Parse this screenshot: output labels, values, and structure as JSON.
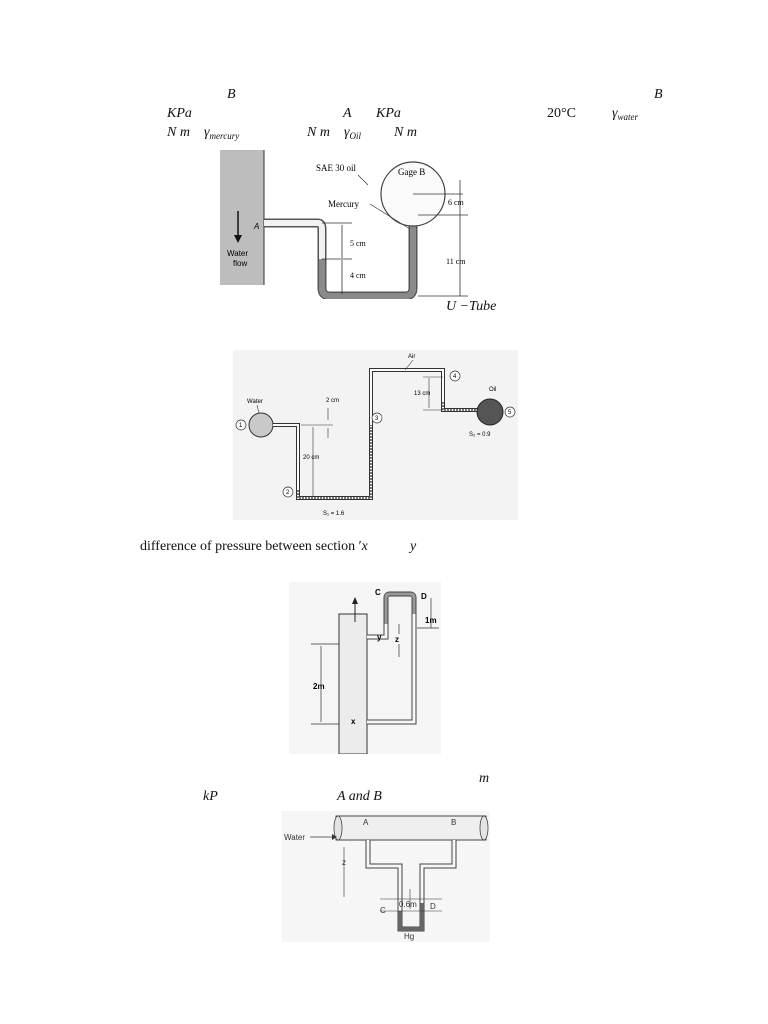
{
  "problem1": {
    "line1_b_left": "B",
    "line1_b_right": "B",
    "line2_kpa1": "KPa",
    "line2_a": "A",
    "line2_kpa2": "KPa",
    "line2_temp": "20°C",
    "line2_gamma": "γ",
    "line2_water_sub": "water",
    "line3_nm1": "N m",
    "line3_gamma_m": "γ",
    "line3_mercury_sub": "mercury",
    "line3_nm2": "N m",
    "line3_gamma_o": "γ",
    "line3_oil_sub": "Oil",
    "line3_nm3": "N m",
    "figure": {
      "oil_label": "SAE 30 oil",
      "gage_label": "Gage B",
      "mercury_label": "Mercury",
      "a_label": "A",
      "water_label": "Water",
      "flow_label": "flow",
      "dim_6": "6 cm",
      "dim_5": "5 cm",
      "dim_4": "4 cm",
      "dim_11": "11 cm"
    },
    "utube_caption": "U −Tube"
  },
  "problem2": {
    "figure": {
      "air": "Air",
      "oil": "Oil",
      "water": "Water",
      "n1": "1",
      "n2": "2",
      "n3": "3",
      "n4": "4",
      "n5": "5",
      "dim_2": "2 cm",
      "dim_13": "13 cm",
      "dim_20": "20 cm",
      "s1": "S₁ = 1.6",
      "s2": "S₂ = 0.9"
    }
  },
  "problem3": {
    "text": "difference of pressure between section ′",
    "x": "x",
    "y": "y",
    "figure": {
      "c": "C",
      "d": "D",
      "y": "y",
      "z": "z",
      "x": "x",
      "dim_1m": "1m",
      "dim_2m": "2m"
    }
  },
  "problem4": {
    "m": "m",
    "kp": "kP",
    "a_and_b": "A  and  B",
    "figure": {
      "water": "Water",
      "a": "A",
      "b": "B",
      "z": "z",
      "c": "C",
      "d": "D",
      "dim": "0.6m",
      "hg": "Hg"
    }
  }
}
